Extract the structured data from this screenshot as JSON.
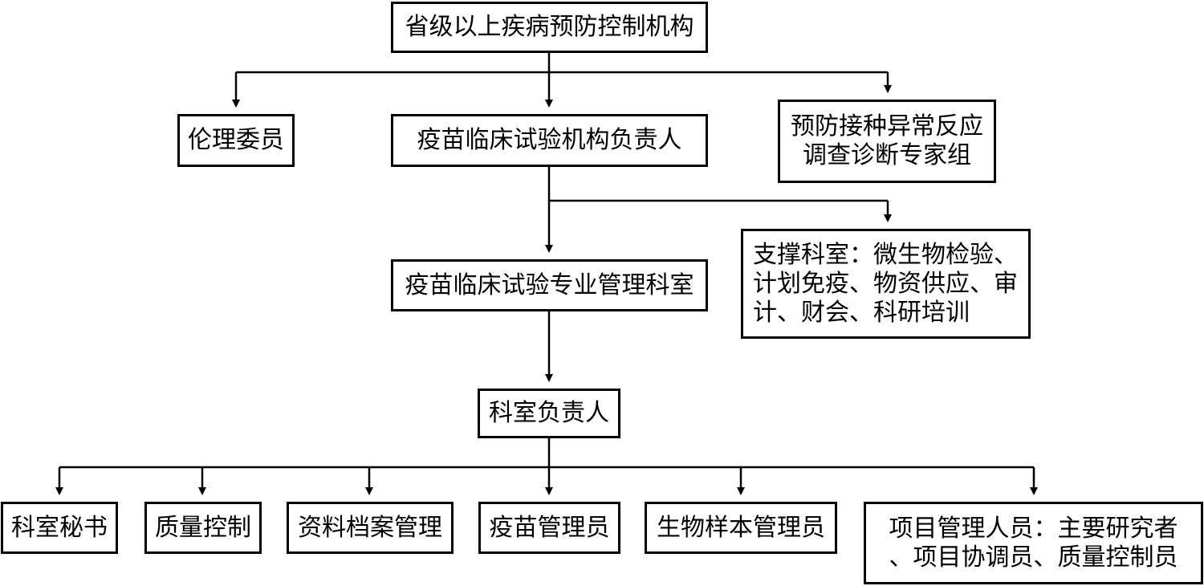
{
  "nodes": {
    "provincial_cdc": "省级以上疾病预防控制机构",
    "ethics_committee": "伦理委员",
    "trial_head": "疫苗临床试验机构负责人",
    "aefi_group": [
      "预防接种异常反应",
      "调查诊断专家组"
    ],
    "support_depts": [
      "支撑科室：微生物检验、",
      "计划免疫、物资供应、审",
      "计、财会、科研培训"
    ],
    "professional_dept": "疫苗临床试验专业管理科室",
    "dept_head": "科室负责人",
    "secretary": "科室秘书",
    "quality_control": "质量控制",
    "records_management": "资料档案管理",
    "vaccine_manager": "疫苗管理员",
    "sample_manager": "生物样本管理员",
    "project_staff": [
      "项目管理人员：主要研究者",
      "、项目协调员、质量控制员"
    ]
  }
}
